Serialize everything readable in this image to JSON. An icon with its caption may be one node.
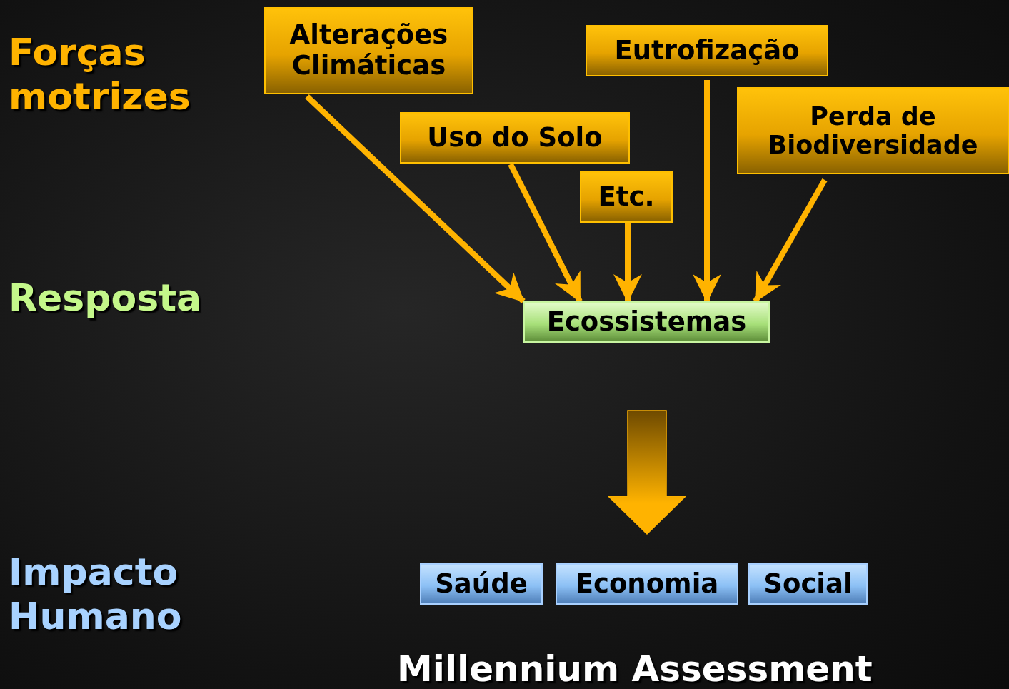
{
  "diagram": {
    "nodes": [
      {
        "text": [
          "Alterações Climáticas"
        ]
      },
      {
        "text": [
          "Eutrofização"
        ]
      },
      {
        "text": [
          "Uso do Solo"
        ]
      },
      {
        "text": [
          "Perda de Biodiversidade"
        ]
      },
      {
        "text": [
          "Etc."
        ]
      },
      {
        "text": [
          "Ecossistemas"
        ]
      },
      {
        "text": [
          "Saúde"
        ]
      },
      {
        "text": [
          "Economia"
        ]
      },
      {
        "text": [
          "Social"
        ]
      }
    ],
    "edges": [
      {
        "from": 0,
        "to": 5,
        "arrow": "to"
      },
      {
        "from": 2,
        "to": 5,
        "arrow": "to"
      },
      {
        "from": 4,
        "to": 5,
        "arrow": "to"
      },
      {
        "from": 1,
        "to": 5,
        "arrow": "to"
      },
      {
        "from": 3,
        "to": 5,
        "arrow": "to"
      },
      {
        "from": 5,
        "to": 7,
        "arrow": "to",
        "style": "thick"
      }
    ],
    "labels": [
      "Forças motrizes",
      "Resposta",
      "Impacto Humano",
      "Millennium Assessment"
    ]
  }
}
